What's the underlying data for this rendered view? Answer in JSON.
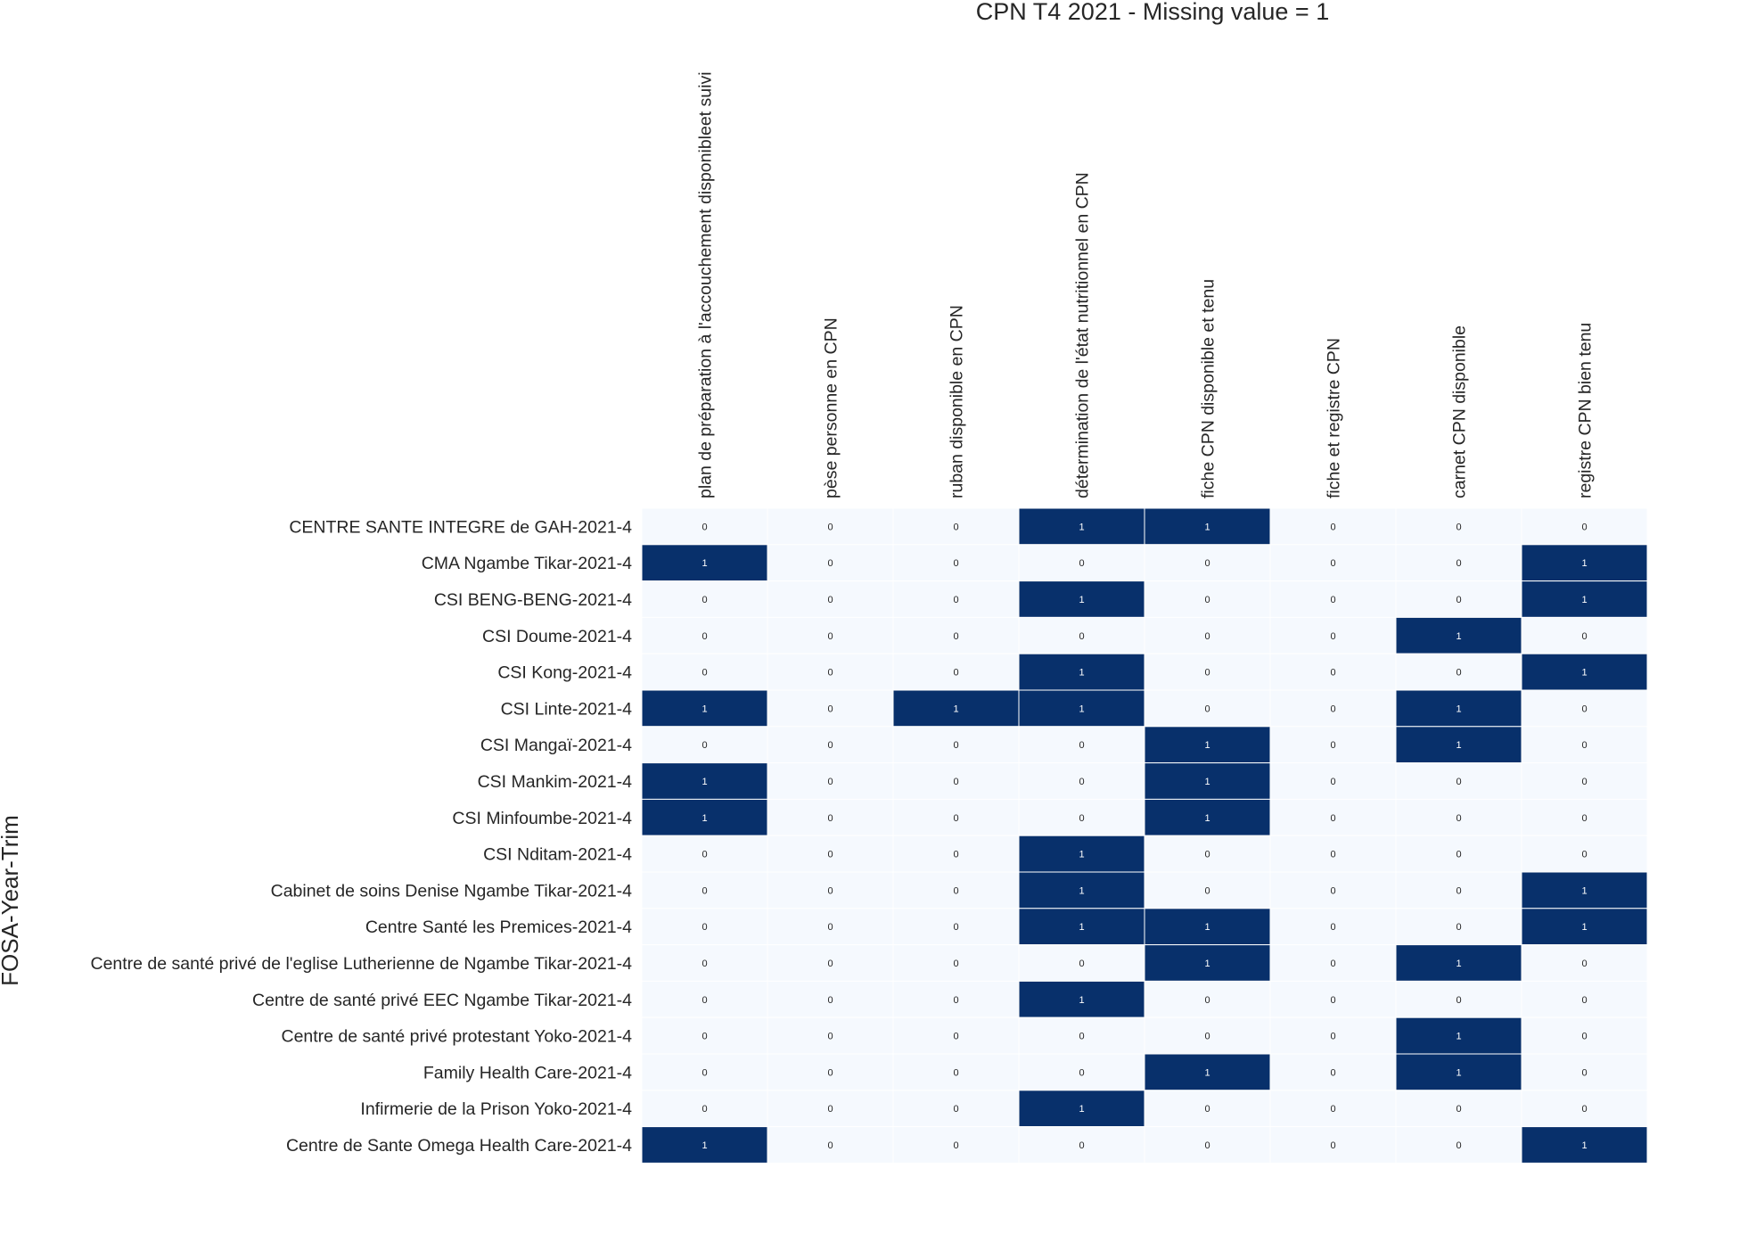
{
  "chart_data": {
    "type": "heatmap",
    "title": "CPN T4 2021 - Missing value = 1",
    "xlabel": "",
    "ylabel": "FOSA-Year-Trim",
    "columns": [
      "plan de préparation à l'accouchement disponibleet suivi",
      "pèse personne en CPN",
      "ruban disponible en CPN",
      "détermination de l'état nutritionnel en CPN",
      "fiche CPN disponible et tenu",
      "fiche et registre CPN",
      "carnet CPN disponible",
      "registre CPN bien tenu"
    ],
    "rows": [
      "CENTRE SANTE INTEGRE  de GAH-2021-4",
      "CMA Ngambe Tikar-2021-4",
      "CSI BENG-BENG-2021-4",
      "CSI Doume-2021-4",
      "CSI Kong-2021-4",
      "CSI Linte-2021-4",
      "CSI Mangaï-2021-4",
      "CSI Mankim-2021-4",
      "CSI Minfoumbe-2021-4",
      "CSI Nditam-2021-4",
      "Cabinet de soins Denise Ngambe Tikar-2021-4",
      "Centre Santé les Premices-2021-4",
      "Centre de santé privé  de l'eglise Lutherienne de Ngambe Tikar-2021-4",
      "Centre de santé privé EEC Ngambe Tikar-2021-4",
      "Centre de santé privé protestant Yoko-2021-4",
      "Family Health Care-2021-4",
      "Infirmerie de la Prison Yoko-2021-4",
      "Centre de Sante Omega Health  Care-2021-4"
    ],
    "values": [
      [
        0,
        0,
        0,
        1,
        1,
        0,
        0,
        0
      ],
      [
        1,
        0,
        0,
        0,
        0,
        0,
        0,
        1
      ],
      [
        0,
        0,
        0,
        1,
        0,
        0,
        0,
        1
      ],
      [
        0,
        0,
        0,
        0,
        0,
        0,
        1,
        0
      ],
      [
        0,
        0,
        0,
        1,
        0,
        0,
        0,
        1
      ],
      [
        1,
        0,
        1,
        1,
        0,
        0,
        1,
        0
      ],
      [
        0,
        0,
        0,
        0,
        1,
        0,
        1,
        0
      ],
      [
        1,
        0,
        0,
        0,
        1,
        0,
        0,
        0
      ],
      [
        1,
        0,
        0,
        0,
        1,
        0,
        0,
        0
      ],
      [
        0,
        0,
        0,
        1,
        0,
        0,
        0,
        0
      ],
      [
        0,
        0,
        0,
        1,
        0,
        0,
        0,
        1
      ],
      [
        0,
        0,
        0,
        1,
        1,
        0,
        0,
        1
      ],
      [
        0,
        0,
        0,
        0,
        1,
        0,
        1,
        0
      ],
      [
        0,
        0,
        0,
        1,
        0,
        0,
        0,
        0
      ],
      [
        0,
        0,
        0,
        0,
        0,
        0,
        1,
        0
      ],
      [
        0,
        0,
        0,
        0,
        1,
        0,
        1,
        0
      ],
      [
        0,
        0,
        0,
        1,
        0,
        0,
        0,
        0
      ],
      [
        1,
        0,
        0,
        0,
        0,
        0,
        0,
        1
      ]
    ],
    "colors": {
      "zero": "#f5f9fe",
      "one": "#08306b",
      "zero_text": "#262626",
      "one_text": "#ffffff",
      "grid": "#ffffff"
    },
    "annotations": true
  }
}
